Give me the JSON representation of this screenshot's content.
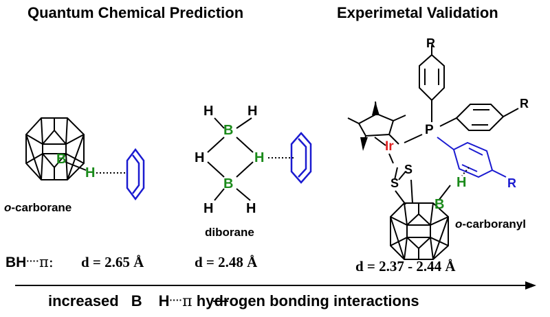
{
  "headers": {
    "left": "Quantum Chemical Prediction",
    "right": "Experimetal Validation"
  },
  "molecules": {
    "carborane_prefix": "o",
    "carborane_rest": "-carborane",
    "diborane": "diborane",
    "carboranyl_prefix": "o",
    "carboranyl_rest": "-carboranyl"
  },
  "distances": {
    "bh_label": "BH",
    "bh_dots": "····",
    "bh_pi": "π:",
    "d1": "d = 2.65 Å",
    "d2": "d = 2.48 Å",
    "d3": "d = 2.37 - 2.44 Å"
  },
  "atoms": {
    "B": "B",
    "H": "H",
    "Ir": "Ir",
    "S": "S",
    "P": "P",
    "R": "R"
  },
  "arrow_caption": {
    "pre": "increased",
    "b": "B",
    "dash": "—",
    "h": "H",
    "dots": "····",
    "pi": "π",
    "post": "hydrogen bonding interactions"
  },
  "colors": {
    "boron_hydrogen": "#1a8a1a",
    "benzene": "#1a1ad0",
    "iridium": "#e02020",
    "black": "#000000"
  }
}
